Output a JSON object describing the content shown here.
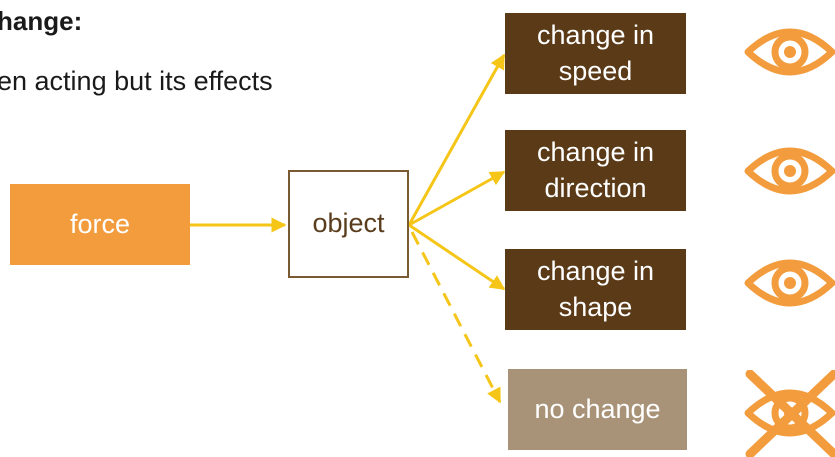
{
  "heading": "hange:",
  "body_text": "en acting but its effects",
  "force_label": "force",
  "object_label": "object",
  "effects": [
    {
      "label": "change in\nspeed",
      "observable": true
    },
    {
      "label": "change in\ndirection",
      "observable": true
    },
    {
      "label": "change in\nshape",
      "observable": true
    }
  ],
  "no_change_label": "no change",
  "no_change_observable": false,
  "icons": [
    "eye-icon",
    "eye-icon",
    "eye-icon",
    "crossed-out-eye-icon"
  ],
  "colors": {
    "force_fill": "#f29c3e",
    "effect_fill": "#5a3a17",
    "no_change_fill": "#a89278",
    "arrow": "#f5c518",
    "eye": "#f29c3e",
    "object_border": "#7a5a33"
  }
}
